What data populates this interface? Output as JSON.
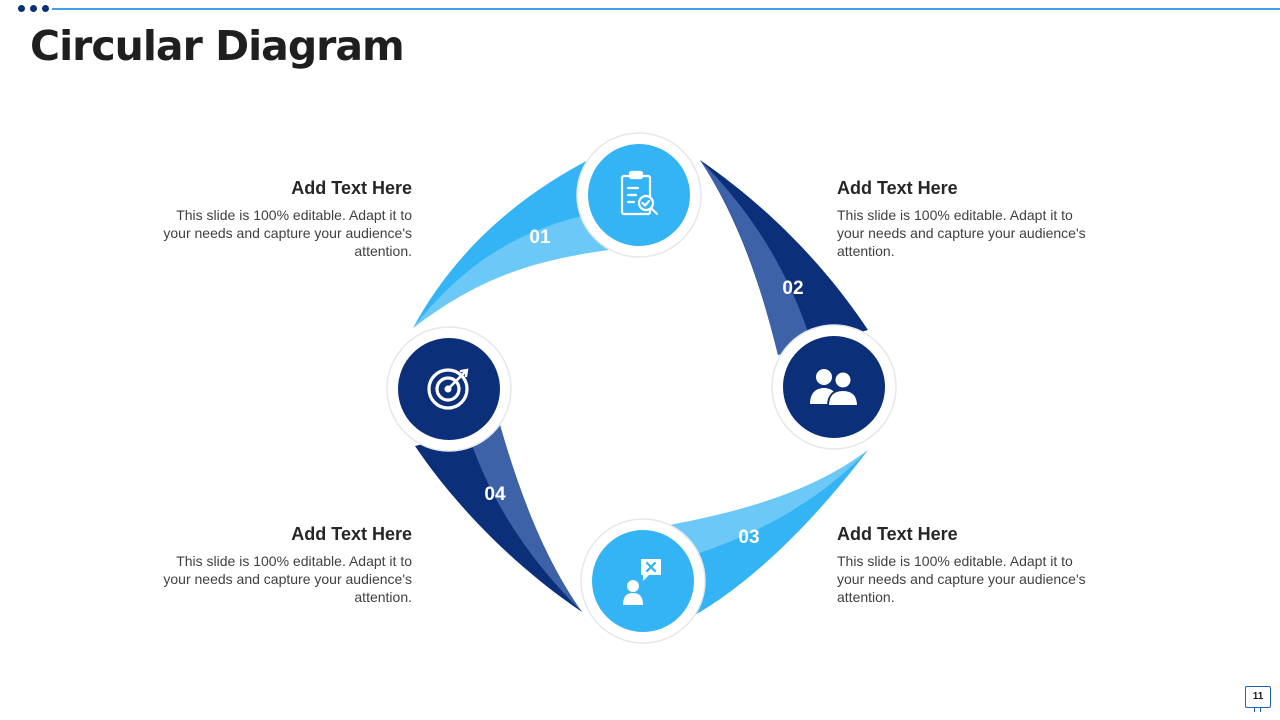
{
  "header": {
    "title": "Circular Diagram"
  },
  "steps": [
    {
      "number": "01",
      "icon": "clipboard-search-icon",
      "color": "#34b4f4",
      "heading": "Add Text Here",
      "body": "This slide is 100% editable. Adapt it to your needs and capture your audience's attention."
    },
    {
      "number": "02",
      "icon": "users-icon",
      "color": "#0c2f7a",
      "heading": "Add Text Here",
      "body": "This slide is 100% editable. Adapt it to your needs and capture your audience's attention."
    },
    {
      "number": "03",
      "icon": "person-chat-icon",
      "color": "#34b4f4",
      "heading": "Add Text Here",
      "body": "This slide is 100% editable. Adapt it to your needs and capture your audience's attention."
    },
    {
      "number": "04",
      "icon": "target-icon",
      "color": "#0c2f7a",
      "heading": "Add Text Here",
      "body": "This slide is 100% editable. Adapt it to your needs and capture your audience's attention."
    }
  ],
  "footer": {
    "page_number": "11"
  }
}
